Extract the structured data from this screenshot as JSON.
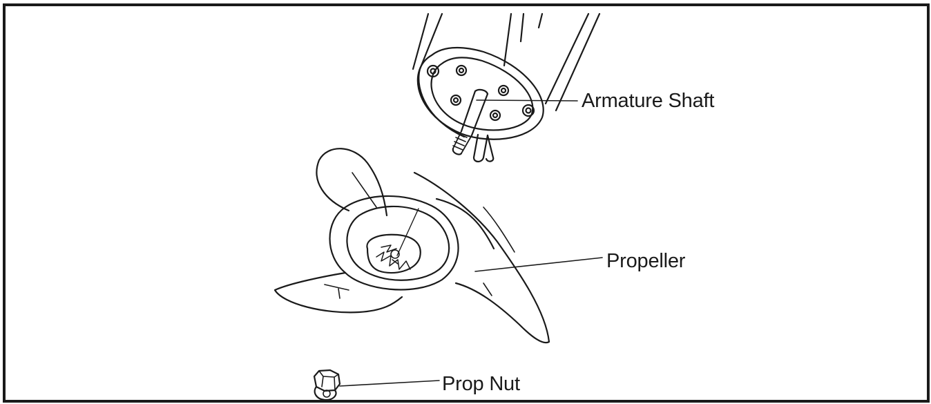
{
  "callouts": {
    "armature_shaft": "Armature Shaft",
    "propeller": "Propeller",
    "prop_nut": "Prop Nut"
  },
  "colors": {
    "line": "#1a1a1a",
    "background": "#ffffff",
    "frame": "#1a1a1a"
  }
}
